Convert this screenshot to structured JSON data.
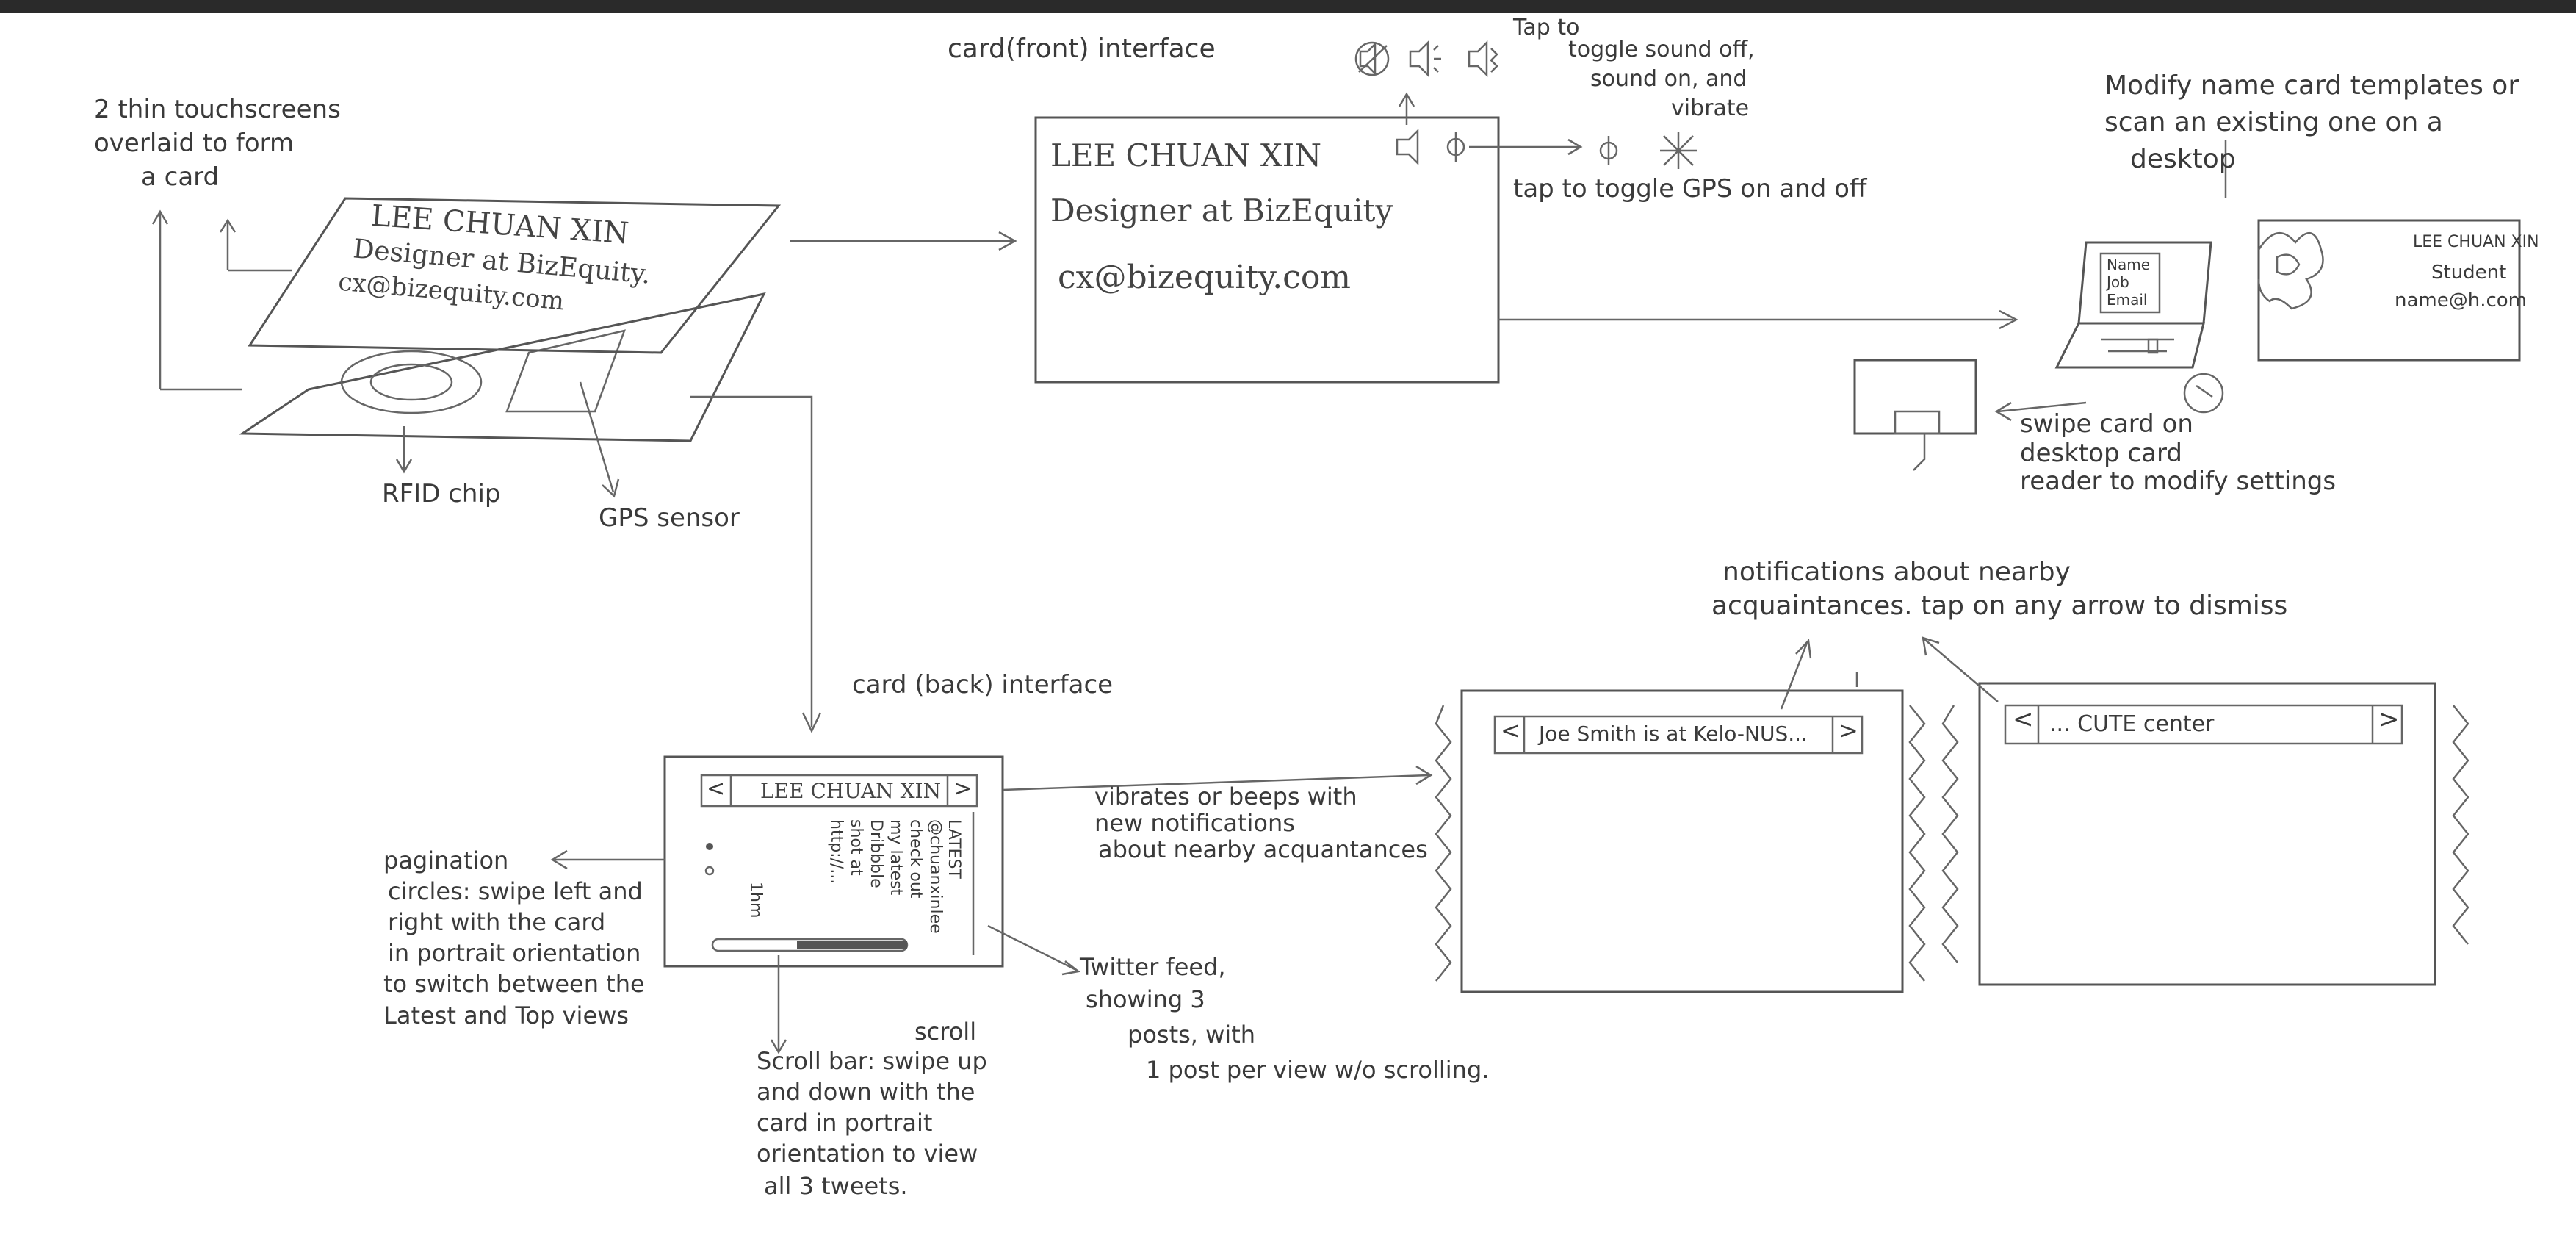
{
  "annotations": {
    "touchscreens": [
      "2 thin touchscreens",
      "overlaid to form",
      "a card"
    ],
    "rfid": "RFID chip",
    "gps_sensor": "GPS sensor",
    "front_interface": "card(front) interface",
    "sound_toggle": [
      "Tap to",
      "toggle sound off,",
      "sound on, and",
      "vibrate"
    ],
    "gps_toggle": "tap to toggle GPS on and off",
    "modify_templates": [
      "Modify name card templates or",
      "scan an existing one on a",
      "desktop"
    ],
    "swipe_reader": [
      "swipe card on",
      "desktop card",
      "reader to modify settings"
    ],
    "back_interface": "card (back) interface",
    "notifications": [
      "notifications about nearby",
      "acquaintances. tap on any arrow to dismiss"
    ],
    "vibrates": [
      "vibrates or beeps with",
      "new notifications",
      "about nearby acquantances"
    ],
    "pagination": [
      "pagination",
      "circles: swipe left and",
      "right with the card",
      "in portrait orientation",
      "to switch between the",
      "Latest and Top views"
    ],
    "scrollbar": [
      "scroll",
      "Scroll bar: swipe up",
      "and down with the",
      "card in portrait",
      "orientation to view",
      "all 3 tweets."
    ],
    "twitter": [
      "Twitter feed,",
      "showing 3",
      "posts, with",
      "1 post per view w/o scrolling."
    ]
  },
  "iso_card": {
    "name": "LEE CHUAN XIN",
    "title": "Designer at BizEquity.",
    "email": "cx@bizequity.com"
  },
  "front_card": {
    "name": "LEE CHUAN XIN",
    "title": "Designer at BizEquity",
    "email": "cx@bizequity.com"
  },
  "laptop_screen": [
    "Name",
    "Job",
    "Email"
  ],
  "template_card": {
    "name": "LEE CHUAN XIN",
    "role": "Student",
    "email": "name@h.com"
  },
  "back_card": {
    "prev": "<",
    "next": ">",
    "name": "LEE CHUAN XIN",
    "tab": "LATEST",
    "tweet_lines": [
      "@chuanxinlee",
      "check out",
      "my latest",
      "Dribbble",
      "shot at",
      "http://...",
      "1hm"
    ]
  },
  "notification_1": {
    "prev": "<",
    "next": ">",
    "text": "Joe Smith is at Kelo-NUS..."
  },
  "notification_2": {
    "prev": "<",
    "next": ">",
    "text": "... CUTE center"
  },
  "colors": {
    "ink": "#3a3a3a",
    "paper": "#ffffff",
    "line": "#555555"
  }
}
